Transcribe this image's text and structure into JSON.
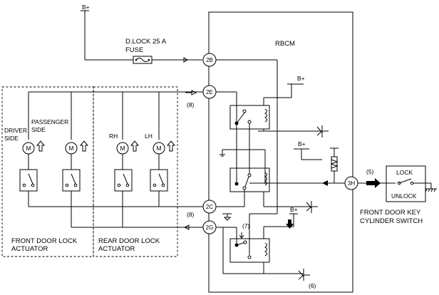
{
  "labels": {
    "bplus": "B+",
    "fuse_line1": "D.LOCK 25 A",
    "fuse_line2": "FUSE",
    "rbcm": "RBCM",
    "driver_line1": "DRIVER",
    "driver_line2": "SIDE",
    "passenger_line1": "PASSENGER",
    "passenger_line2": "SIDE",
    "rh": "RH",
    "lh": "LH",
    "front_actuator_line1": "FRONT DOOR LOCK",
    "front_actuator_line2": "ACTUATOR",
    "rear_actuator_line1": "REAR DOOR LOCK",
    "rear_actuator_line2": "ACTUATOR",
    "switch_line1": "FRONT DOOR KEY",
    "switch_line2": "CYLINDER SWITCH",
    "lock": "LOCK",
    "unlock": "UNLOCK",
    "motor": "M"
  },
  "connectors": [
    "2B",
    "2E",
    "2C",
    "2G",
    "3H"
  ],
  "callouts": [
    "(8)",
    "(8)",
    "(7)",
    "(5)",
    "(6)"
  ]
}
